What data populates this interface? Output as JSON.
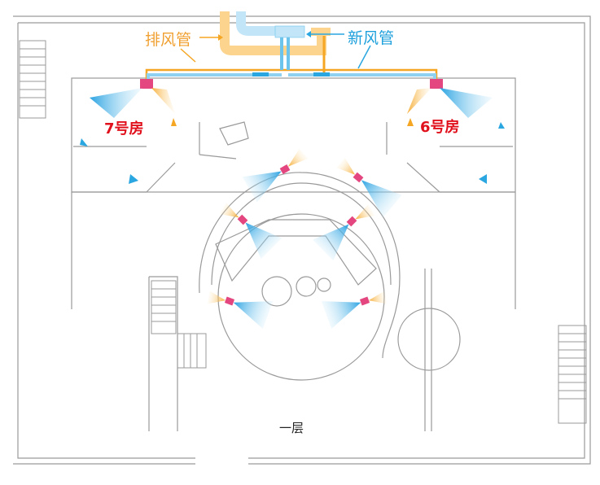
{
  "labels": {
    "exhaust_duct": "排风管",
    "fresh_air_duct": "新风管",
    "room_7": "7号房",
    "room_6": "6号房",
    "floor": "一层"
  },
  "colors": {
    "exhaust": "#f5a623",
    "exhaust_light": "#fcd48e",
    "fresh": "#2aa6e0",
    "fresh_light": "#c2e5f7",
    "outlet": "#e4467f",
    "room_label": "#e0101c",
    "wall": "#9a9a9a"
  }
}
